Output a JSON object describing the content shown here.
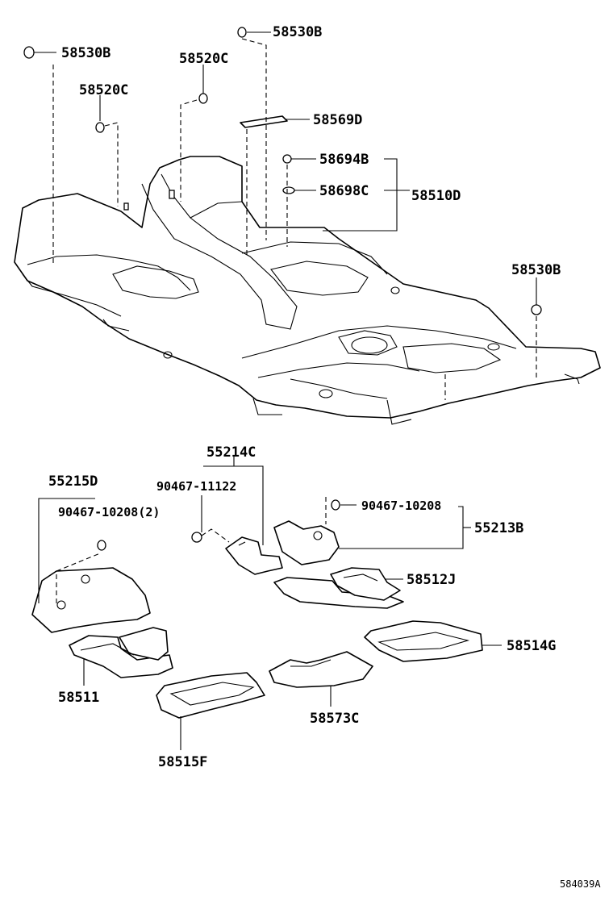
{
  "labels": {
    "p58530B_a": "58530B",
    "p58530B_b": "58530B",
    "p58520C_a": "58520C",
    "p58520C_b": "58520C",
    "p58569D": "58569D",
    "p58694B": "58694B",
    "p58698C": "58698C",
    "p58510D": "58510D",
    "p58530B_c": "58530B",
    "p55214C": "55214C",
    "p90467_11122": "90467-11122",
    "p55215D": "55215D",
    "p90467_10208_2": "90467-10208(2)",
    "p90467_10208": "90467-10208",
    "p55213B": "55213B",
    "p58512J": "58512J",
    "p58514G": "58514G",
    "p58511": "58511",
    "p58573C": "58573C",
    "p58515F": "58515F"
  },
  "figure_ref": "584039A"
}
